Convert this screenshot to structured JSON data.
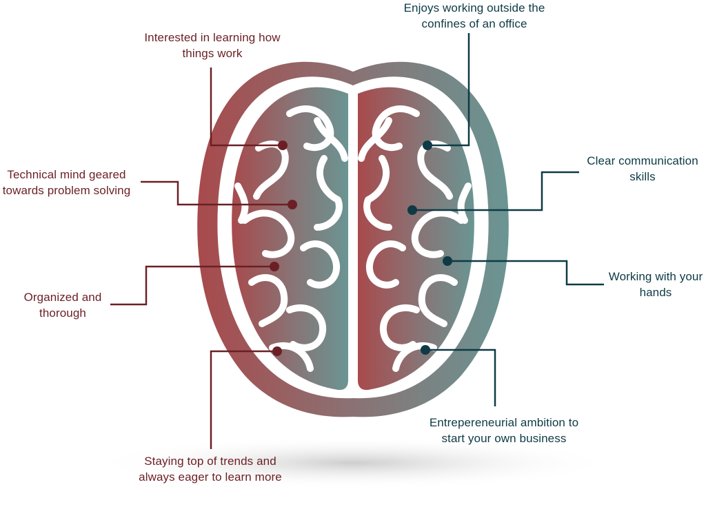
{
  "colors": {
    "left_accent": "#6b1f24",
    "right_accent": "#0d3a45",
    "brain_left": "#a84a4c",
    "brain_right": "#6a9593",
    "background": "#ffffff"
  },
  "labels": {
    "interested": {
      "line1": "Interested in learning how",
      "line2": "things work"
    },
    "technical": {
      "line1": "Technical mind geared",
      "line2": "towards problem solving"
    },
    "organized": {
      "line1": "Organized and",
      "line2": "thorough"
    },
    "trends": {
      "line1": "Staying top of trends and",
      "line2": "always eager to learn more"
    },
    "outside": {
      "line1": "Enjoys working outside the",
      "line2": "confines of an office"
    },
    "communication": {
      "line1": "Clear communication",
      "line2": "skills"
    },
    "hands": {
      "line1": "Working with your",
      "line2": "hands"
    },
    "entrepreneurial": {
      "line1": "Entrepereneurial ambition to",
      "line2": "start your own business"
    }
  }
}
